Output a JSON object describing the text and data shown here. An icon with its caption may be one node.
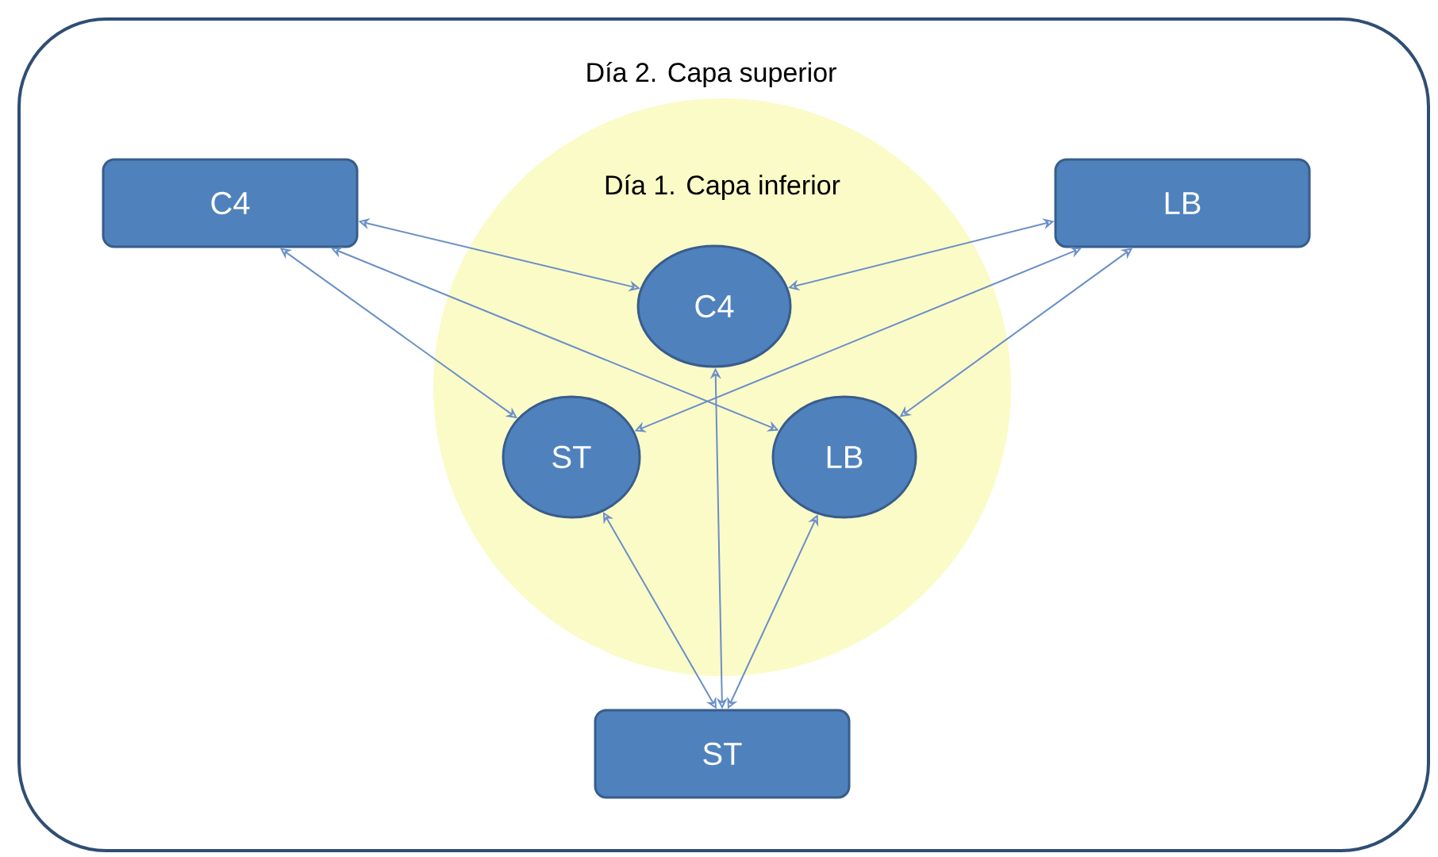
{
  "diagram": {
    "nodes": [
      {
        "text": [
          "Día 2. Capa superior"
        ]
      },
      {
        "text": [
          "C4"
        ],
        "in": 0
      },
      {
        "text": [
          "Día 1. Capa inferior"
        ],
        "in": 0
      },
      {
        "text": [
          "LB"
        ],
        "in": 0
      },
      {
        "text": [
          "C4"
        ],
        "in": 2
      },
      {
        "text": [
          "ST"
        ],
        "in": 2
      },
      {
        "text": [
          "LB"
        ],
        "in": 2
      },
      {
        "text": [
          "ST"
        ],
        "in": 0
      }
    ],
    "edges": [
      {
        "from": 1,
        "to": 4,
        "arrow": "both"
      },
      {
        "from": 1,
        "to": 5,
        "arrow": "both"
      },
      {
        "from": 1,
        "to": 6,
        "arrow": "both"
      },
      {
        "from": 3,
        "to": 4,
        "arrow": "both"
      },
      {
        "from": 3,
        "to": 5,
        "arrow": "both"
      },
      {
        "from": 3,
        "to": 6,
        "arrow": "both"
      },
      {
        "from": 7,
        "to": 5,
        "arrow": "both"
      },
      {
        "from": 7,
        "to": 4,
        "arrow": "both"
      },
      {
        "from": 7,
        "to": 6,
        "arrow": "both"
      }
    ]
  }
}
